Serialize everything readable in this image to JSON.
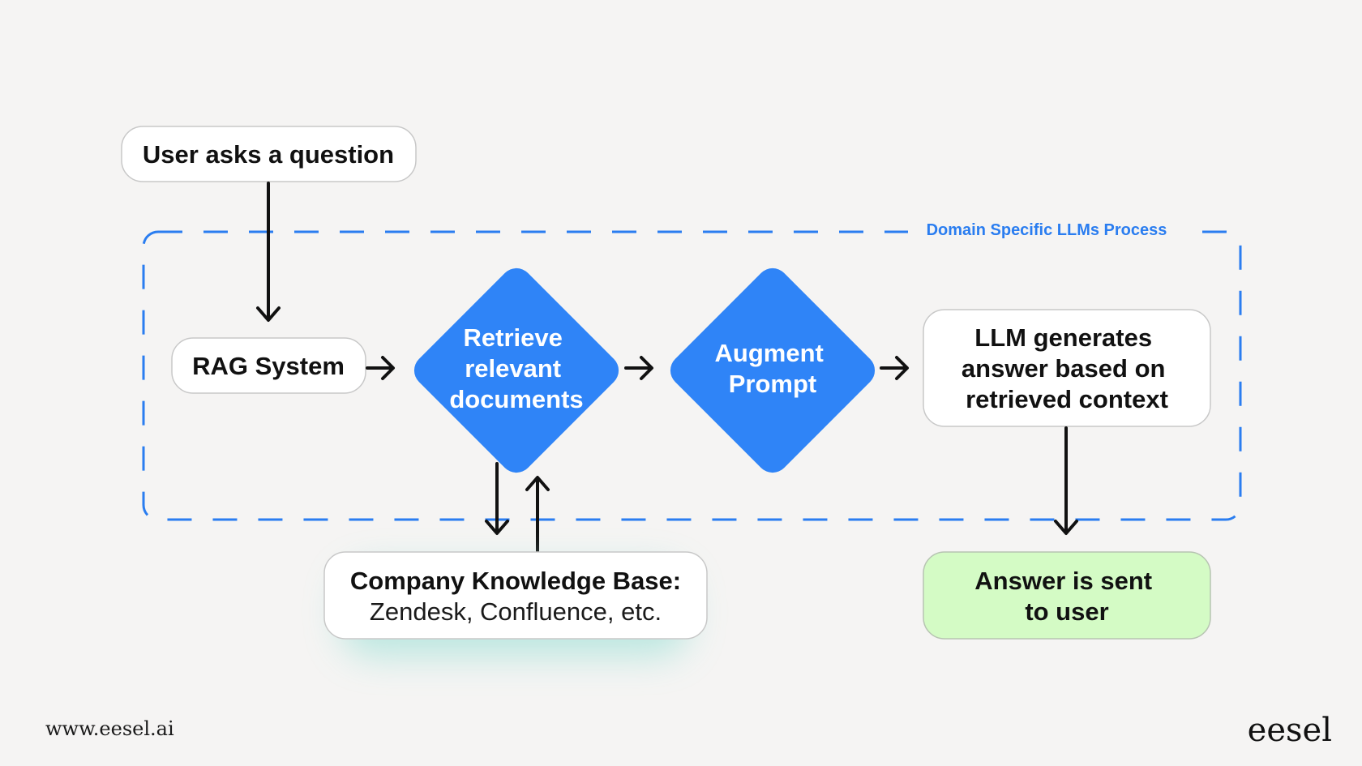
{
  "colors": {
    "background": "#f5f4f3",
    "accent_blue": "#2a7df0",
    "diamond_fill": "#2f84f7",
    "success_green": "#d4fbc5",
    "box_fill": "#ffffff",
    "glow_teal": "#a8e3da"
  },
  "region": {
    "label": "Domain Specific LLMs Process"
  },
  "nodes": {
    "user_question": {
      "label": "User asks a question"
    },
    "rag_system": {
      "label": "RAG System"
    },
    "retrieve": {
      "line1": "Retrieve",
      "line2": "relevant",
      "line3": "documents"
    },
    "augment": {
      "line1": "Augment",
      "line2": "Prompt"
    },
    "llm_generates": {
      "line1": "LLM generates",
      "line2": "answer based on",
      "line3": "retrieved context"
    },
    "knowledge_base": {
      "title": "Company Knowledge Base:",
      "subtitle": "Zendesk, Confluence, etc."
    },
    "answer_sent": {
      "line1": "Answer is sent",
      "line2": "to user"
    }
  },
  "footer": {
    "url": "www.eesel.ai",
    "logo": "eesel"
  }
}
